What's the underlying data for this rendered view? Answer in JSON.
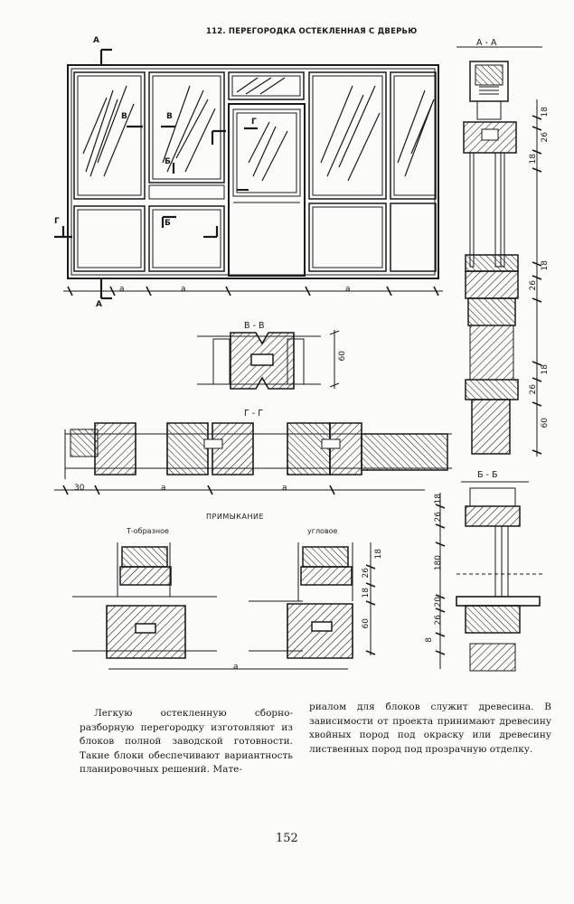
{
  "title": "112. ПЕРЕГОРОДКА ОСТЕКЛЕННАЯ С ДВЕРЬЮ",
  "sections": {
    "a_a": "А - А",
    "b_b": "Б - Б",
    "v_v": "В - В",
    "g_g": "Г - Г"
  },
  "markers": {
    "a": "А",
    "b": "Б",
    "v": "В",
    "g": "Г"
  },
  "heading_junction": "ПРИМЫКАНИЕ",
  "junction_t": "Т-образное",
  "junction_corner": "угловое",
  "dims": {
    "a": "а",
    "d18": "18",
    "d26": "26",
    "d60": "60",
    "d30": "30",
    "d180": "180",
    "d20": "20",
    "d8": "8"
  },
  "text_left": "Легкую остекленную сборно-разборную перегородку изготовляют из блоков полной заводской готовности. Такие блоки обеспечивают вариантность планировочных решений. Мате-",
  "text_right": "риалом для блоков служит древесина. В зависимости от проекта принимают древесину хвойных пород под окраску или древесину лиственных пород под прозрачную отделку.",
  "page_number": "152"
}
